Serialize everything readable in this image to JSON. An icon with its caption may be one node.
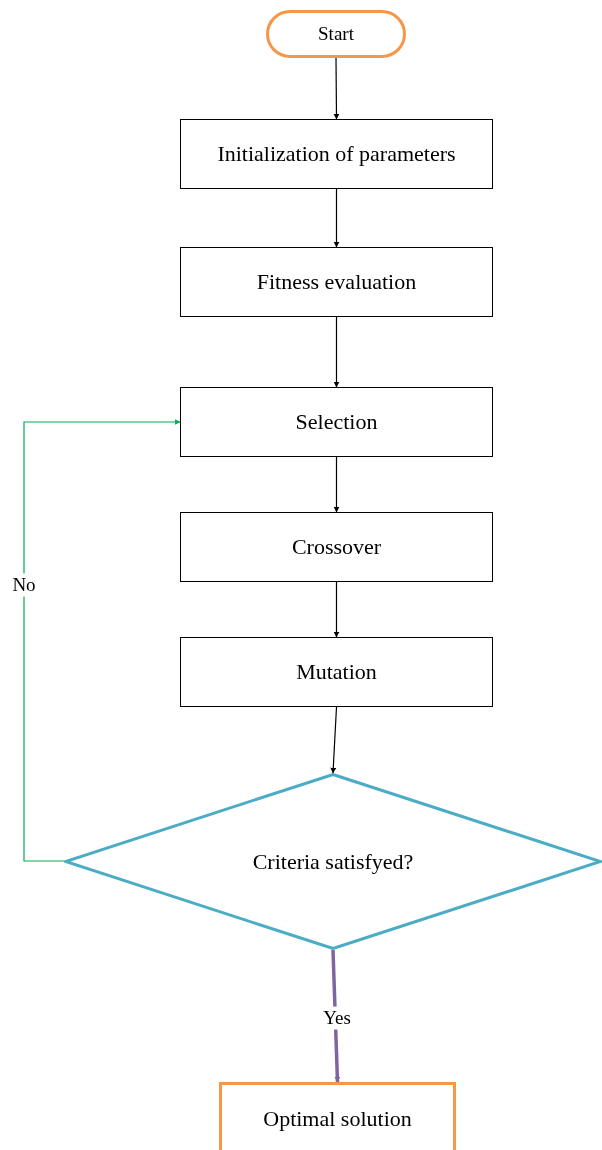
{
  "diagram": {
    "nodes": [
      {
        "text": [
          "Start"
        ]
      },
      {
        "text": [
          "Initialization of parameters"
        ]
      },
      {
        "text": [
          "Fitness evaluation"
        ]
      },
      {
        "text": [
          "Selection"
        ]
      },
      {
        "text": [
          "Crossover"
        ]
      },
      {
        "text": [
          "Mutation"
        ]
      },
      {
        "text": [
          "Criteria satisfyed?"
        ]
      },
      {
        "text": [
          "Optimal solution"
        ]
      }
    ],
    "edges": [
      {
        "from": 0,
        "to": 1,
        "arrow": "to"
      },
      {
        "from": 1,
        "to": 2,
        "arrow": "to"
      },
      {
        "from": 2,
        "to": 3,
        "arrow": "to"
      },
      {
        "from": 3,
        "to": 4,
        "arrow": "to"
      },
      {
        "from": 4,
        "to": 5,
        "arrow": "to"
      },
      {
        "from": 5,
        "to": 6,
        "arrow": "to"
      },
      {
        "from": 6,
        "to": 3,
        "arrow": "to",
        "label": "No",
        "color": "#00b050"
      },
      {
        "from": 6,
        "to": 7,
        "arrow": "to",
        "label": "Yes",
        "style": "thick",
        "color": "#8064a2"
      }
    ]
  }
}
